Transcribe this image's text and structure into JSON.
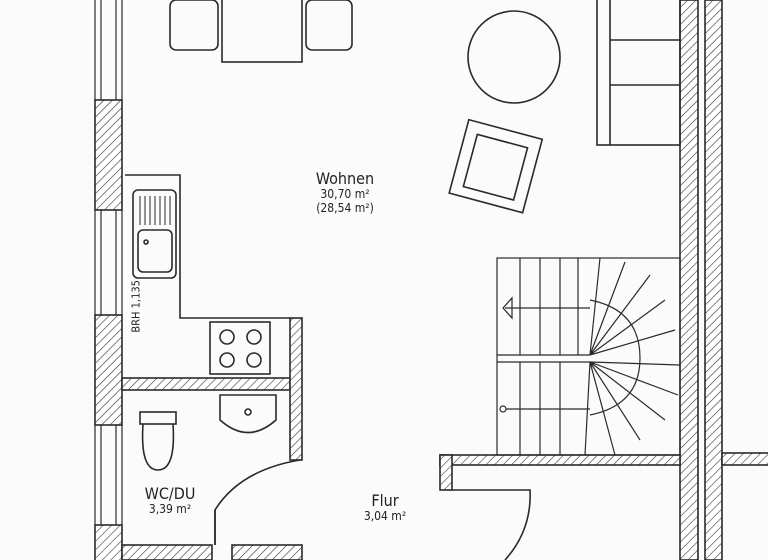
{
  "rooms": [
    {
      "name": "Wohnen",
      "area": "30,70 m²",
      "area_net": "(28,54 m²)"
    },
    {
      "name": "WC/DU",
      "area": "3,39 m²"
    },
    {
      "name": "Flur",
      "area": "3,04 m²"
    }
  ],
  "annotations": {
    "window_sill_height": "BRH 1,135"
  },
  "colors": {
    "line": "#2a2a2a",
    "paper": "#fbfbfb"
  }
}
